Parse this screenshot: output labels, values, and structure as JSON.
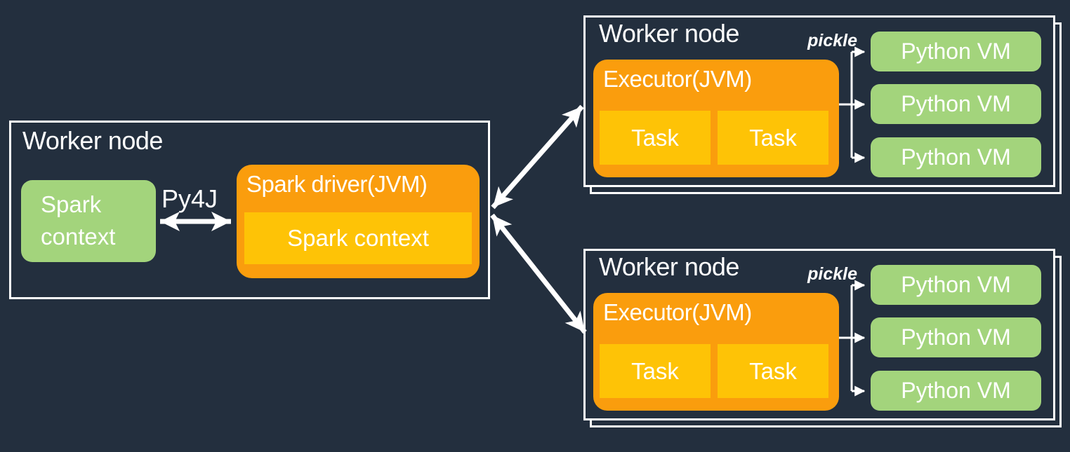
{
  "colors": {
    "background": "#232F3E",
    "border_and_text": "#FFFFFF",
    "orange": "#FA9D0D",
    "yellow": "#FEC306",
    "green": "#A3D47C"
  },
  "driver_node": {
    "title": "Worker node",
    "spark_context_label": "Spark context",
    "py4j_label": "Py4J",
    "driver": {
      "title": "Spark driver(JVM)",
      "inner_label": "Spark context"
    }
  },
  "worker_nodes": [
    {
      "title": "Worker node",
      "pickle_label": "pickle",
      "executor": {
        "title": "Executor(JVM)",
        "tasks": [
          "Task",
          "Task"
        ]
      },
      "python_vms": [
        "Python VM",
        "Python VM",
        "Python VM"
      ]
    },
    {
      "title": "Worker node",
      "pickle_label": "pickle",
      "executor": {
        "title": "Executor(JVM)",
        "tasks": [
          "Task",
          "Task"
        ]
      },
      "python_vms": [
        "Python VM",
        "Python VM",
        "Python VM"
      ]
    }
  ]
}
